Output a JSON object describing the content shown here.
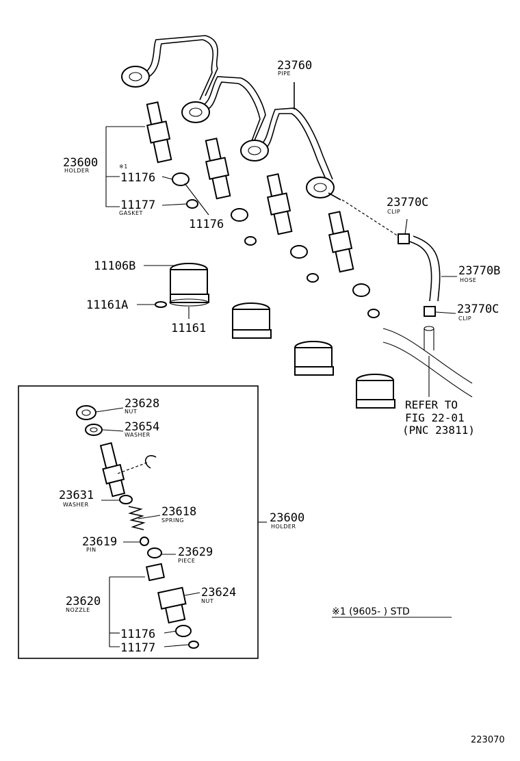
{
  "labels": {
    "p23760": "23760",
    "p23760_sub": "PIPE",
    "p23600_top": "23600",
    "p23600_top_sub": "HOLDER",
    "mark_top": "※1",
    "p11176_a": "11176",
    "p11177_a": "11177",
    "p11177_a_sub": "GASKET",
    "p11176_b": "11176",
    "p11106b": "11106B",
    "p11161a": "11161A",
    "p11161": "11161",
    "p23770c_a": "23770C",
    "p23770c_a_sub": "CLIP",
    "p23770b": "23770B",
    "p23770b_sub": "HOSE",
    "p23770c_b": "23770C",
    "p23770c_b_sub": "CLIP",
    "refer_1": "REFER TO",
    "refer_2": "FIG 22-01",
    "refer_3": "(PNC 23811)",
    "p23628": "23628",
    "p23628_sub": "NUT",
    "p23654": "23654",
    "p23654_sub": "WASHER",
    "p23631": "23631",
    "p23631_sub": "WASHER",
    "p23618": "23618",
    "p23618_sub": "SPRING",
    "p23600_box": "23600",
    "p23600_box_sub": "HOLDER",
    "p23619": "23619",
    "p23619_sub": "PIN",
    "p23629": "23629",
    "p23629_sub": "PIECE",
    "p23620": "23620",
    "p23620_sub": "NOZZLE",
    "p23624": "23624",
    "p23624_sub": "NUT",
    "p11176_c": "11176",
    "p11177_c": "11177",
    "legend_note": "※1 (9605-     ) STD",
    "figure_id": "223070"
  }
}
